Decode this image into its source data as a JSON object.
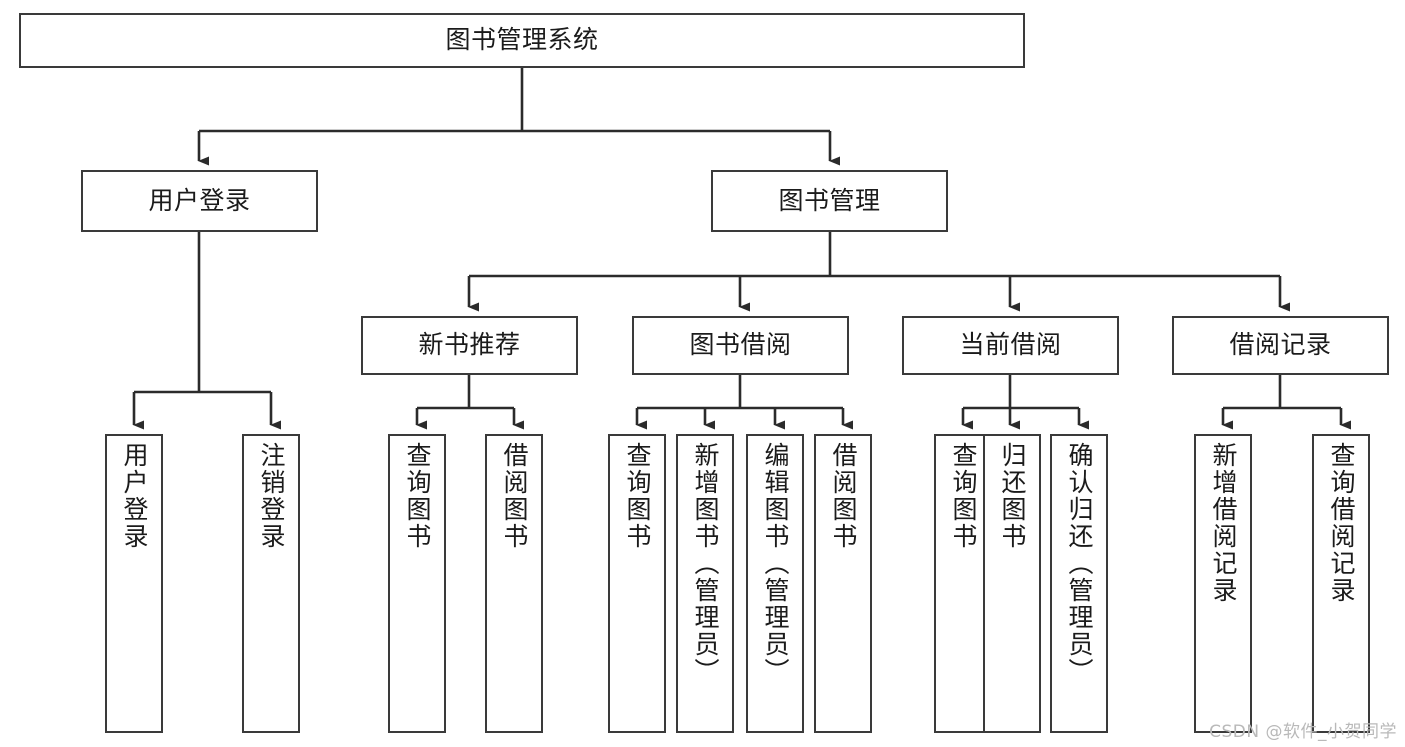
{
  "diagram": {
    "title": "图书管理系统",
    "type": "tree-hierarchy-diagram",
    "colors": {
      "box_border": "#3a3a3a",
      "box_fill": "#ffffff",
      "connector": "#2b2b2b",
      "text": "#1b1b1b",
      "watermark": "#b9b9b9",
      "background": "#ffffff"
    }
  },
  "nodes": {
    "root": {
      "label": "图书管理系统"
    },
    "level2": [
      {
        "id": "user-login",
        "label": "用户登录"
      },
      {
        "id": "book-management",
        "label": "图书管理"
      }
    ],
    "level3": [
      {
        "id": "new-book-recommend",
        "label": "新书推荐"
      },
      {
        "id": "book-borrow",
        "label": "图书借阅"
      },
      {
        "id": "current-borrow",
        "label": "当前借阅"
      },
      {
        "id": "borrow-record",
        "label": "借阅记录"
      }
    ],
    "leaves": {
      "user_login": [
        {
          "id": "leaf-user-login",
          "label": "用户登录"
        },
        {
          "id": "leaf-logout-login",
          "label": "注销登录"
        }
      ],
      "new_book_recommend": [
        {
          "id": "leaf-query-book-1",
          "label": "查询图书"
        },
        {
          "id": "leaf-borrow-book-1",
          "label": "借阅图书"
        }
      ],
      "book_borrow": [
        {
          "id": "leaf-query-book-2",
          "label": "查询图书"
        },
        {
          "id": "leaf-add-book-admin",
          "label": "新增图书（管理员）"
        },
        {
          "id": "leaf-edit-book-admin",
          "label": "编辑图书（管理员）"
        },
        {
          "id": "leaf-borrow-book-2",
          "label": "借阅图书"
        }
      ],
      "current_borrow": [
        {
          "id": "leaf-query-book-3",
          "label": "查询图书"
        },
        {
          "id": "leaf-return-book",
          "label": "归还图书"
        },
        {
          "id": "leaf-confirm-return-admin",
          "label": "确认归还（管理员）"
        }
      ],
      "borrow_record": [
        {
          "id": "leaf-add-borrow-record",
          "label": "新增借阅记录"
        },
        {
          "id": "leaf-query-borrow-record",
          "label": "查询借阅记录"
        }
      ]
    }
  },
  "watermark": {
    "text": "CSDN @软件_小贺同学"
  }
}
